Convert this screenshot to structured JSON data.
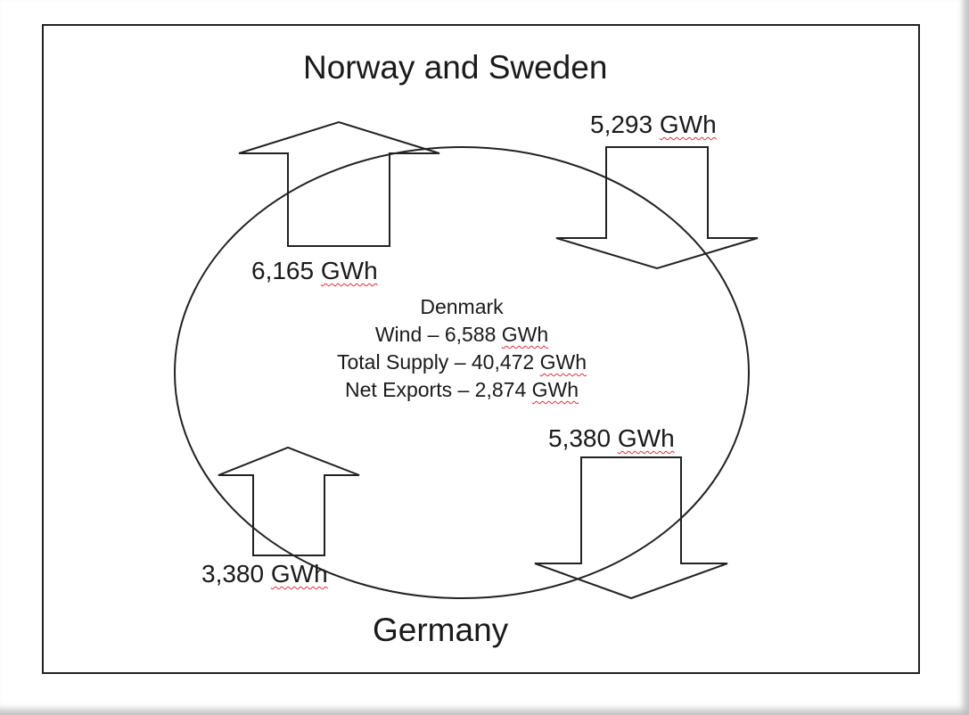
{
  "regions": {
    "north": "Norway and Sweden",
    "south": "Germany"
  },
  "center": {
    "title": "Denmark",
    "wind": "Wind – 6,588",
    "total_supply": "Total Supply – 40,472",
    "net_exports": "Net Exports – 2,874",
    "unit": "GWh"
  },
  "flows": {
    "denmark_to_north": {
      "value": "6,165",
      "unit": "GWh",
      "direction": "up"
    },
    "north_to_denmark": {
      "value": "5,293",
      "unit": "GWh",
      "direction": "down"
    },
    "denmark_to_germany": {
      "value": "5,380",
      "unit": "GWh",
      "direction": "down"
    },
    "germany_to_denmark": {
      "value": "3,380",
      "unit": "GWh",
      "direction": "up"
    }
  },
  "colors": {
    "stroke": "#222222",
    "spellcheck_underline": "#e0303a"
  }
}
